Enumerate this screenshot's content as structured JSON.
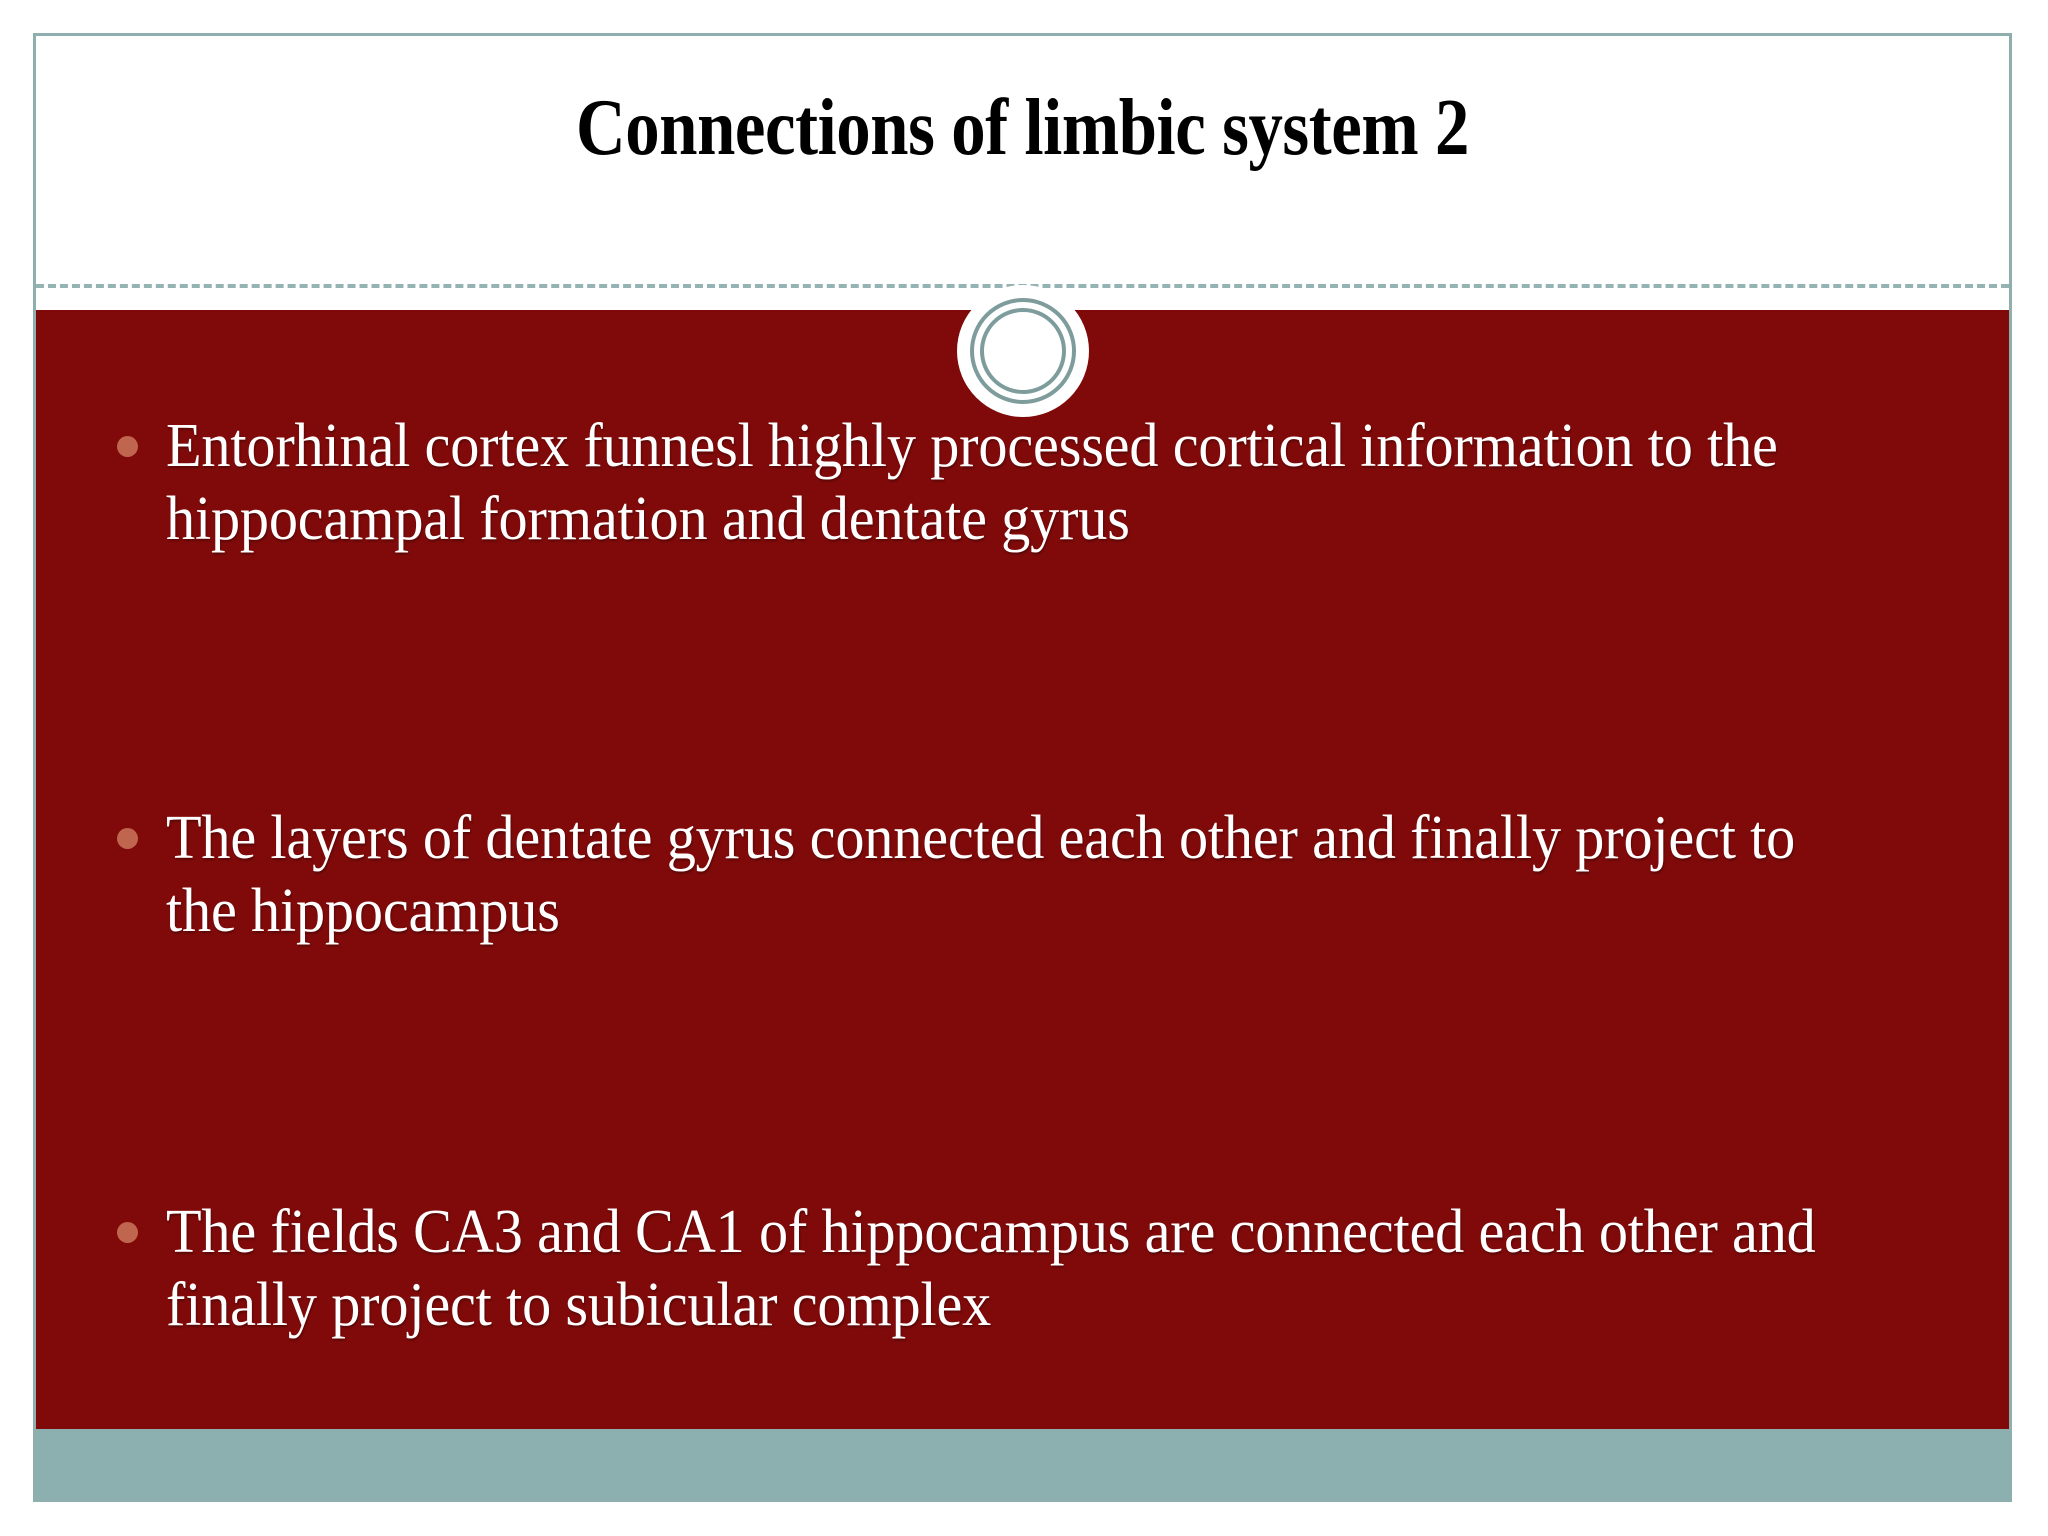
{
  "slide": {
    "title": "Connections of limbic system 2",
    "colors": {
      "body_background": "#800a0a",
      "title_background": "#ffffff",
      "accent_teal": "#8cafae",
      "ornament_ring": "#7d9c9b",
      "bullet_dot": "#c0664f",
      "body_text": "#ffffff",
      "title_text": "#000000"
    },
    "ornament": {
      "name": "double-ring-circle",
      "rings": 2
    },
    "separator": {
      "style": "dashed",
      "color": "#8fafae"
    },
    "bullets": [
      {
        "id": "bullet-1",
        "marker": "•",
        "text": "Entorhinal cortex funnesl highly processed cortical information to the hippocampal formation and dentate gyrus"
      },
      {
        "id": "bullet-2",
        "marker": "•",
        "text": "The layers of dentate gyrus connected each other and finally project to the hippocampus"
      },
      {
        "id": "bullet-3",
        "marker": "•",
        "text": " The fields CA3 and CA1 of hippocampus are connected each other and finally project to subicular complex"
      }
    ]
  }
}
